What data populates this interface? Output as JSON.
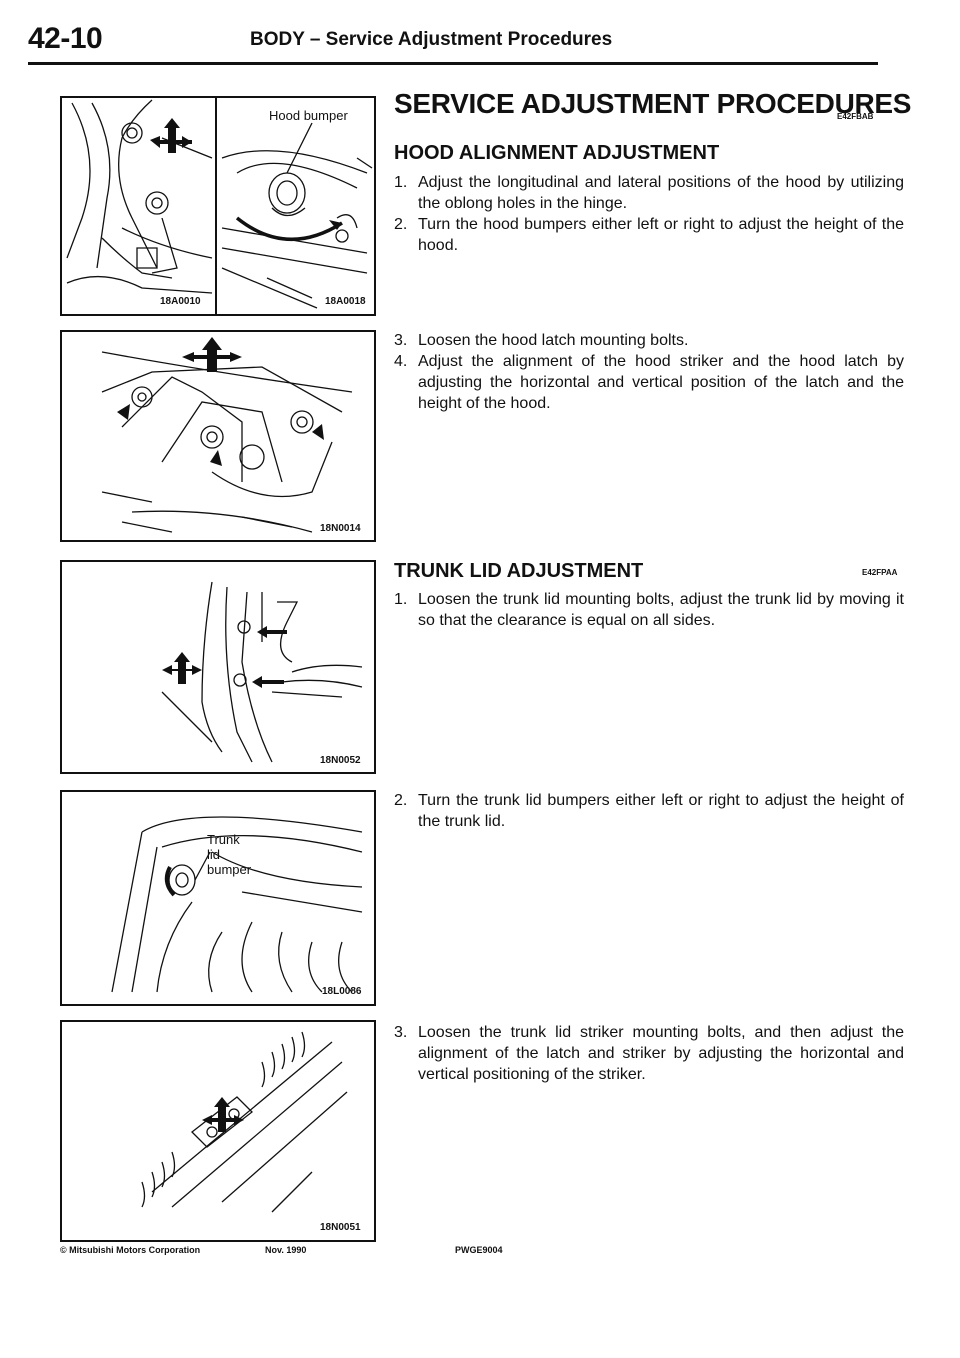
{
  "header": {
    "page_number": "42-10",
    "title": "BODY – Service Adjustment Procedures"
  },
  "figures": {
    "fig1a": {
      "code": "18A0010"
    },
    "fig1b": {
      "label": "Hood bumper",
      "code": "18A0018"
    },
    "fig2": {
      "code": "18N0014"
    },
    "fig3": {
      "code": "18N0052"
    },
    "fig4": {
      "label_line1": "Trunk",
      "label_line2": "lid",
      "label_line3": "bumper",
      "code": "18L0086"
    },
    "fig5": {
      "code": "18N0051"
    }
  },
  "main_heading": "SERVICE ADJUSTMENT PROCEDURES",
  "main_code": "E42FBAB",
  "hood_section": {
    "heading": "HOOD ALIGNMENT ADJUSTMENT",
    "steps": [
      {
        "num": "1.",
        "text": "Adjust the longitudinal and lateral positions of the hood by utilizing the oblong holes in the hinge."
      },
      {
        "num": "2.",
        "text": "Turn the hood bumpers either left or right to adjust the height of the hood."
      },
      {
        "num": "3.",
        "text": "Loosen the hood latch mounting bolts."
      },
      {
        "num": "4.",
        "text": "Adjust the alignment of the hood striker and the hood latch by adjusting the horizontal and vertical position of the latch and the height of the hood."
      }
    ]
  },
  "trunk_section": {
    "heading": "TRUNK LID ADJUSTMENT",
    "code": "E42FPAA",
    "steps": [
      {
        "num": "1.",
        "text": "Loosen the trunk lid mounting bolts, adjust the trunk lid by moving it so that the clearance is equal on all sides."
      },
      {
        "num": "2.",
        "text": "Turn the trunk lid bumpers either left or right to adjust the height of the trunk lid."
      },
      {
        "num": "3.",
        "text": "Loosen the trunk lid striker mounting bolts, and then adjust the alignment of the latch and striker by adjusting the horizontal and vertical positioning of the striker."
      }
    ]
  },
  "footer": {
    "copyright": "© Mitsubishi Motors Corporation",
    "date": "Nov. 1990",
    "doc_code": "PWGE9004"
  }
}
